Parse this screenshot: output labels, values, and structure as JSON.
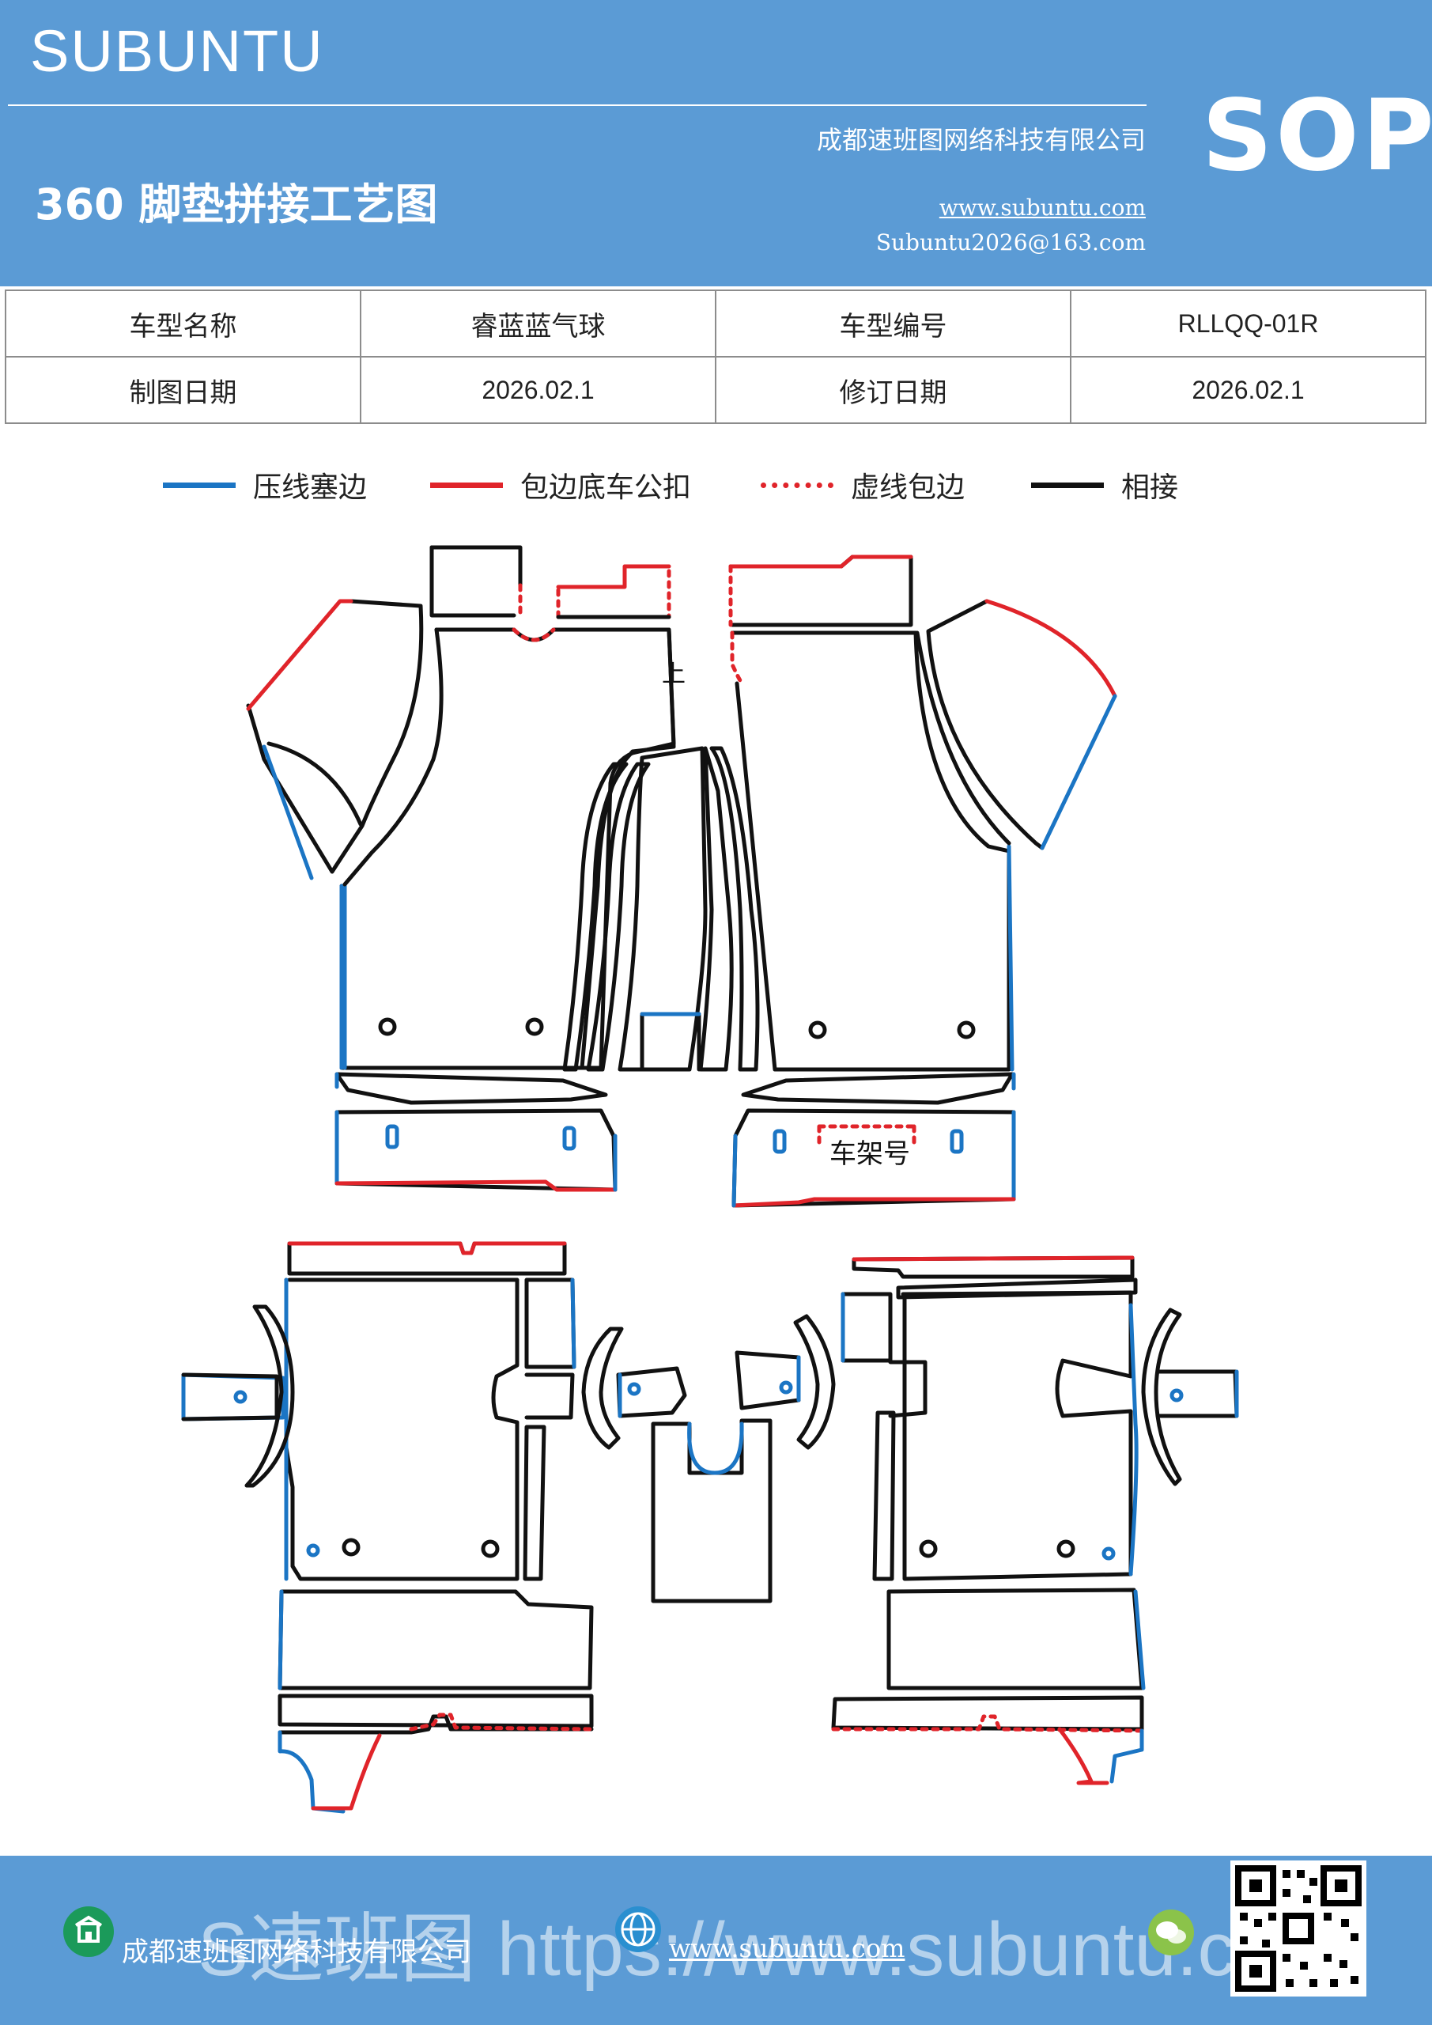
{
  "header": {
    "brand": "SUBUNTU",
    "badge": "SOP",
    "company": "成都速班图网络科技有限公司",
    "website": "www.subuntu.com",
    "email": "Subuntu2026@163.com",
    "title": "360 脚垫拼接工艺图"
  },
  "info_table": {
    "rows": [
      [
        "车型名称",
        "睿蓝蓝气球",
        "车型编号",
        "RLLQQ-01R"
      ],
      [
        "制图日期",
        "2026.02.1",
        "修订日期",
        "2026.02.1"
      ]
    ]
  },
  "legend": [
    {
      "label": "压线塞边",
      "color": "#1b75c4",
      "style": "solid"
    },
    {
      "label": "包边底车公扣",
      "color": "#e0242a",
      "style": "solid"
    },
    {
      "label": "虚线包边",
      "color": "#e0242a",
      "style": "dotted"
    },
    {
      "label": "相接",
      "color": "#111111",
      "style": "solid"
    }
  ],
  "labels": {
    "up": "上",
    "frame_number": "车架号"
  },
  "colors": {
    "header_bg": "#5b9bd5",
    "blue_line": "#1b75c4",
    "red_line": "#e0242a",
    "black_line": "#111111"
  },
  "footer": {
    "company": "成都速班图网络科技有限公司",
    "website": "www.subuntu.com",
    "watermark": "S速班图 https://www.subuntu.com",
    "icons": [
      "building-icon",
      "globe-icon",
      "wechat-icon",
      "qr-code"
    ]
  }
}
